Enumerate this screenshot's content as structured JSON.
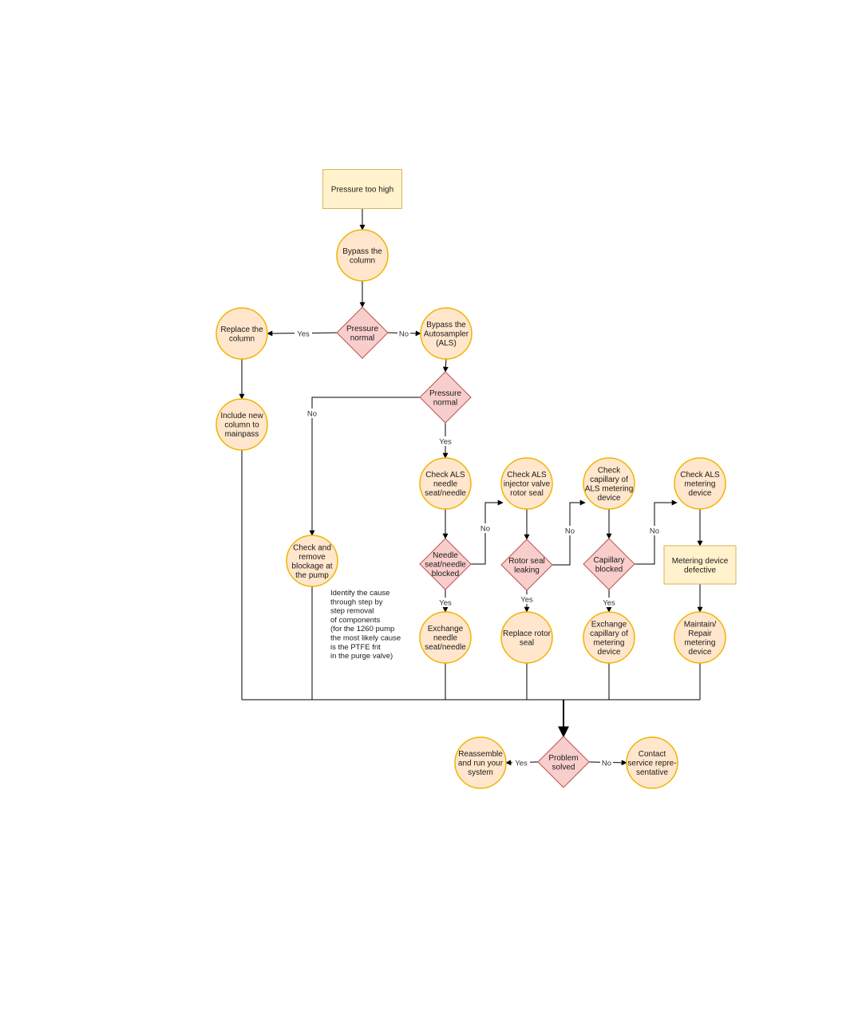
{
  "colors": {
    "start_fill": "#fff2cc",
    "start_stroke": "#d6b656",
    "circle_fill": "#ffe6cc",
    "circle_stroke": "#f0b400",
    "decision_fill": "#f8cecc",
    "decision_stroke": "#b85450",
    "edge": "#000000"
  },
  "nodes": {
    "pressure_too_high": [
      "Pressure too high"
    ],
    "bypass_column": [
      "Bypass the",
      "column"
    ],
    "decision_pressure_1": [
      "Pressure",
      "normal"
    ],
    "replace_column": [
      "Replace the",
      "column"
    ],
    "bypass_als": [
      "Bypass the",
      "Autosampler",
      "(ALS)"
    ],
    "include_column": [
      "Include new",
      "column to",
      "mainpass"
    ],
    "decision_pressure_2": [
      "Pressure",
      "normal"
    ],
    "check_blockage": [
      "Check and",
      "remove",
      "blockage at",
      "the pump"
    ],
    "check_needle": [
      "Check ALS",
      "needle",
      "seat/needle"
    ],
    "check_rotor": [
      "Check ALS",
      "injector valve",
      "rotor seal"
    ],
    "check_capillary": [
      "Check",
      "capillary of",
      "ALS metering",
      "device"
    ],
    "check_metering": [
      "Check ALS",
      "metering",
      "device"
    ],
    "decision_needle": [
      "Needle",
      "seat/needle",
      "blocked"
    ],
    "decision_rotor": [
      "Rotor seal",
      "leaking"
    ],
    "decision_capillary": [
      "Capillary",
      "blocked"
    ],
    "metering_defective": [
      "Metering device",
      "defective"
    ],
    "exchange_needle": [
      "Exchange",
      "needle",
      "seat/needle"
    ],
    "replace_rotor": [
      "Replace rotor",
      "seal"
    ],
    "exchange_capillary": [
      "Exchange",
      "capillary of",
      "metering",
      "device"
    ],
    "maintain_metering": [
      "Maintain/",
      "Repair",
      "metering",
      "device"
    ],
    "decision_solved": [
      "Problem",
      "solved"
    ],
    "reassemble": [
      "Reassemble",
      "and run your",
      "system"
    ],
    "contact_service": [
      "Contact",
      "service repre-",
      "sentative"
    ]
  },
  "note": [
    "Identify the cause",
    "through step by",
    "step removal",
    "of components",
    "(for the 1260 pump",
    "the most likely cause",
    "is the PTFE frit",
    "in the purge valve)"
  ],
  "edge_labels": {
    "yes": "Yes",
    "no": "No"
  }
}
